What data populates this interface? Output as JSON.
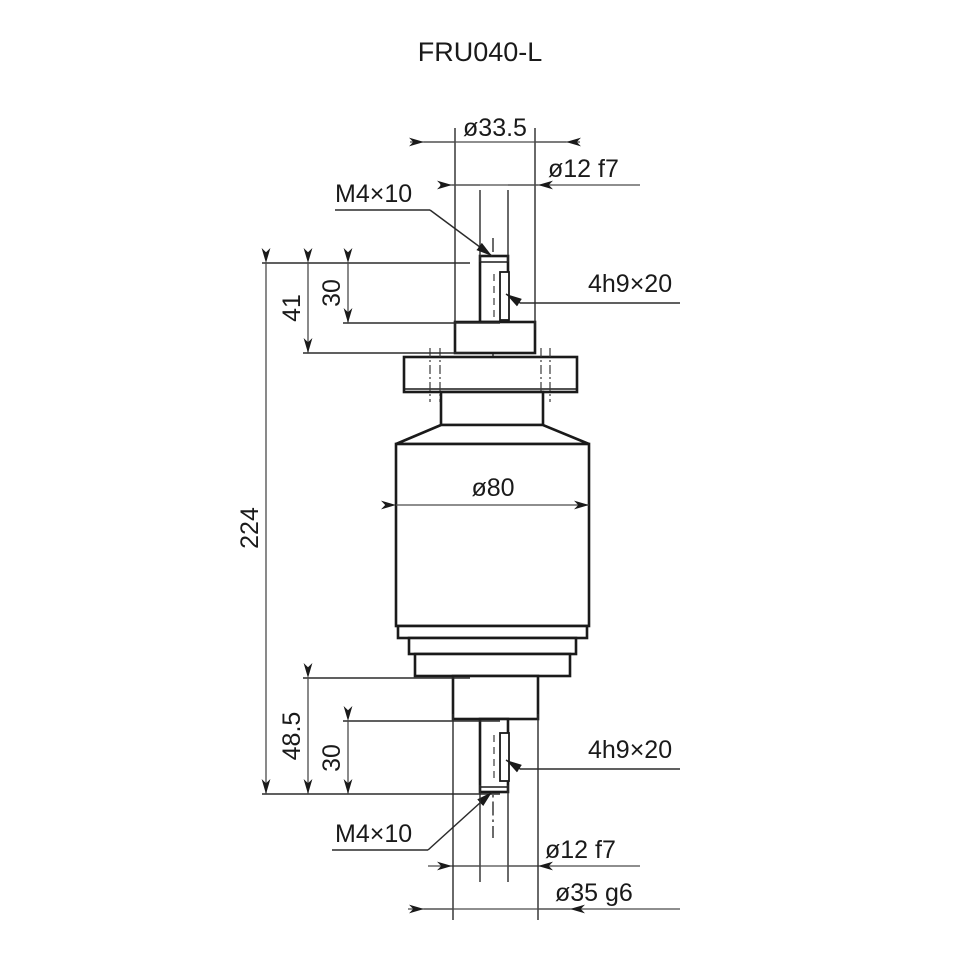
{
  "drawing": {
    "title": "FRU040-L",
    "type": "mechanical-part-dimension-drawing",
    "units": "mm",
    "dimensions": {
      "top_shaft_diameter": "ø12 f7",
      "top_collar_diameter": "ø33.5",
      "top_keyway": "4h9×20",
      "top_thread": "M4×10",
      "top_length_total": "41",
      "top_shaft_length": "30",
      "body_diameter": "ø80",
      "overall_length": "224",
      "bottom_length_total": "48.5",
      "bottom_shaft_length": "30",
      "bottom_keyway": "4h9×20",
      "bottom_thread": "M4×10",
      "bottom_shaft_diameter": "ø12 f7",
      "bottom_pilot_diameter": "ø35 g6"
    },
    "labels": {
      "d335": "ø33.5",
      "d12f7_top": "ø12 f7",
      "keyway_top": "4h9×20",
      "thread_top": "M4×10",
      "len41": "41",
      "len30_top": "30",
      "d80": "ø80",
      "len224": "224",
      "len485": "48.5",
      "len30_bottom": "30",
      "keyway_bottom": "4h9×20",
      "thread_bottom": "M4×10",
      "d12f7_bottom": "ø12 f7",
      "d35g6": "ø35 g6"
    },
    "colors": {
      "line": "#1a1a1a",
      "dimension": "#4a4a4a",
      "background": "#ffffff"
    }
  }
}
